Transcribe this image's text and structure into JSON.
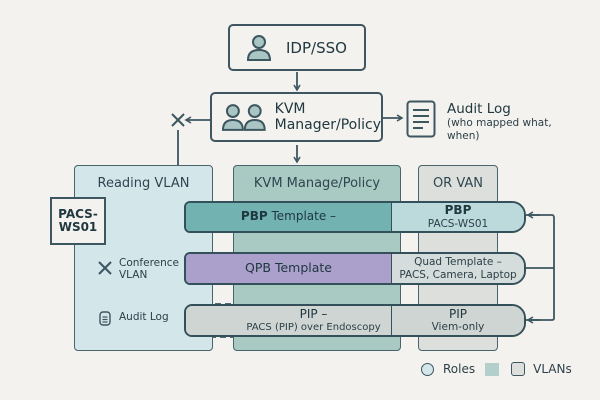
{
  "nodes": {
    "idp": {
      "label": "IDP/SSO",
      "icon": "user-icon"
    },
    "kvm_manager": {
      "line1": "KVM",
      "line2": "Manager/Policy",
      "icon": "users-icon"
    },
    "audit_log_top": {
      "title": "Audit Log",
      "subtitle_line1": "(who mapped what,",
      "subtitle_line2": "when)",
      "icon": "document-icon"
    }
  },
  "lanes": {
    "reading_vlan": {
      "title": "Reading VLAN",
      "color": "#d3e6ea"
    },
    "kvm_policy": {
      "title": "KVM Manage/Policy",
      "color": "#a9c9c3"
    },
    "or_van": {
      "title": "OR VAN",
      "color": "#dcdfdc"
    }
  },
  "workstation": {
    "line1": "PACS-",
    "line2": "WS01"
  },
  "reading_items": {
    "conference": {
      "line1": "Conference",
      "line2": "VLAN",
      "icon": "blocked-x-icon"
    },
    "audit_log": {
      "label": "Audit Log",
      "icon": "document-icon"
    }
  },
  "bands": [
    {
      "left_bold": "PBP",
      "left_text": " Template –",
      "right_title": "PBP",
      "right_sub": "PACS-WS01",
      "left_color": "#72b3b1",
      "right_color": "#bcdadc"
    },
    {
      "left_bold": "",
      "left_text": "QPB Template",
      "right_title": "Quad Template –",
      "right_sub": "PACS, Camera, Laptop",
      "left_color": "#ab9fcb",
      "right_color": "#d5dcdc"
    },
    {
      "left_bold": "",
      "left_text": "PIP –",
      "left_sub": "PACS (PIP) over Endoscopy",
      "right_title": "PIP",
      "right_sub": "Viem-only",
      "left_color": "#cfd5d2",
      "right_color": "#cfd5d2"
    }
  ],
  "legend": {
    "roles_label": "Roles",
    "vlans_label": "VLANs"
  },
  "colors": {
    "stroke": "#3d5660",
    "background": "#f4f2ee",
    "icon_fill": "#a9c6c4"
  }
}
